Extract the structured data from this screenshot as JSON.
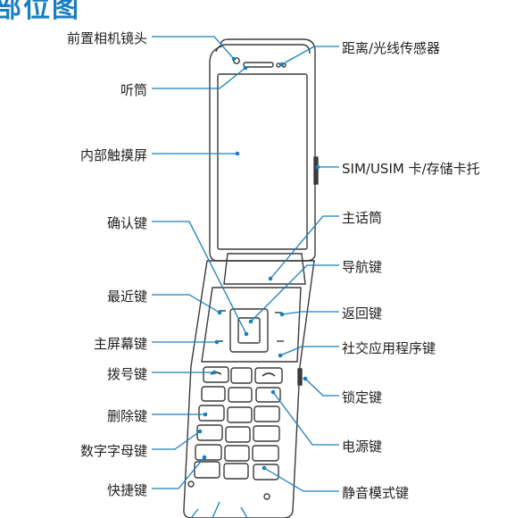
{
  "title": "部位图",
  "colors": {
    "leader": "#1a7fc1",
    "outline": "#3a3a3a",
    "title": "#1a7fc1"
  },
  "labels": {
    "front_camera": "前置相机镜头",
    "earpiece": "听筒",
    "inner_screen": "内部触摸屏",
    "ok_key": "确认键",
    "recent_key": "最近键",
    "home_key": "主屏幕键",
    "dial_key": "拨号键",
    "delete_key": "删除键",
    "alnum_keys": "数字字母键",
    "shortcut_key": "快捷键",
    "sensor": "距离/光线传感器",
    "sim_tray": "SIM/USIM 卡/存储卡托",
    "microphone": "主话筒",
    "nav_key": "导航键",
    "back_key": "返回键",
    "social_key": "社交应用程序键",
    "lock_key": "锁定键",
    "power_key": "电源键",
    "silent_key": "静音模式键"
  }
}
